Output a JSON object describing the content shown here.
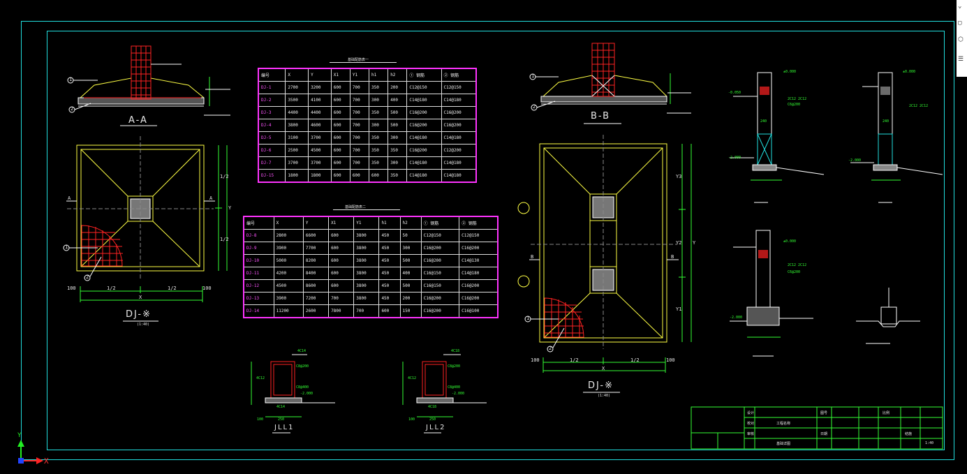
{
  "section_a": {
    "title": "A-A",
    "marker_1": "1",
    "marker_2": "2"
  },
  "section_b": {
    "title": "B-B",
    "marker_1": "1",
    "marker_2": "2"
  },
  "plan_left": {
    "title": "DJ-※",
    "sub": "(1:40)",
    "axis": "A",
    "marker_1": "1",
    "marker_2": "2",
    "dim_left": "100",
    "dim_half1": "1/2",
    "dim_half2": "1/2",
    "dim_right": "100",
    "dim_total": "X",
    "dim_v1": "1/2",
    "dim_v2": "1/2",
    "dim_vt": "Y"
  },
  "plan_right": {
    "title": "DJ-※",
    "sub": "(1:40)",
    "axis": "B",
    "marker_1": "1",
    "marker_2": "2",
    "dim_left": "100",
    "dim_half1": "1/2",
    "dim_half2": "1/2",
    "dim_right": "100",
    "dim_total": "X",
    "dim_y1": "Y1",
    "dim_y2": "Y2",
    "dim_y3": "Y3",
    "dim_yt": "Y"
  },
  "table1": {
    "title": "基础配筋表一",
    "headers": [
      "编号",
      "X",
      "Y",
      "X1",
      "Y1",
      "h1",
      "h2",
      "① 钢筋",
      "② 钢筋"
    ],
    "rows": [
      [
        "DJ-1",
        "2700",
        "3200",
        "600",
        "700",
        "350",
        "200",
        "C12@150",
        "C12@150"
      ],
      [
        "DJ-2",
        "3500",
        "4100",
        "600",
        "700",
        "300",
        "400",
        "C14@180",
        "C14@180"
      ],
      [
        "DJ-3",
        "4400",
        "4400",
        "600",
        "700",
        "350",
        "500",
        "C16@200",
        "C16@200"
      ],
      [
        "DJ-4",
        "3800",
        "4600",
        "600",
        "700",
        "300",
        "500",
        "C16@200",
        "C16@200"
      ],
      [
        "DJ-5",
        "3100",
        "3700",
        "600",
        "700",
        "350",
        "300",
        "C14@180",
        "C14@180"
      ],
      [
        "DJ-6",
        "2500",
        "4500",
        "600",
        "700",
        "350",
        "350",
        "C16@200",
        "C12@200"
      ],
      [
        "DJ-7",
        "3700",
        "3700",
        "600",
        "700",
        "350",
        "300",
        "C14@180",
        "C14@180"
      ],
      [
        "DJ-15",
        "1800",
        "1800",
        "600",
        "600",
        "600",
        "350",
        "C14@180",
        "C14@180"
      ]
    ]
  },
  "table2": {
    "title": "基础配筋表二",
    "headers": [
      "编号",
      "X",
      "Y",
      "X1",
      "Y1",
      "h1",
      "h2",
      "① 钢筋",
      "② 钢筋"
    ],
    "rows": [
      [
        "DJ-8",
        "2800",
        "6600",
        "600",
        "3800",
        "450",
        "50",
        "C12@150",
        "C12@150"
      ],
      [
        "DJ-9",
        "3900",
        "7700",
        "600",
        "3800",
        "450",
        "300",
        "C16@200",
        "C16@200"
      ],
      [
        "DJ-10",
        "5000",
        "8200",
        "600",
        "3800",
        "450",
        "500",
        "C16@200",
        "C14@130"
      ],
      [
        "DJ-11",
        "4200",
        "8400",
        "600",
        "3800",
        "450",
        "400",
        "C16@150",
        "C14@180"
      ],
      [
        "DJ-12",
        "4500",
        "8600",
        "600",
        "3800",
        "450",
        "500",
        "C16@150",
        "C16@200"
      ],
      [
        "DJ-13",
        "3900",
        "7200",
        "700",
        "3800",
        "450",
        "200",
        "C16@200",
        "C16@200"
      ],
      [
        "DJ-14",
        "11200",
        "2600",
        "7800",
        "700",
        "600",
        "150",
        "C16@200",
        "C16@100"
      ]
    ]
  },
  "beam1": {
    "title": "JLL1",
    "top": "4C14",
    "stir": "C8@200",
    "side": "4C12",
    "bot": "4C14",
    "note": "C8@400",
    "elev": "-2.000",
    "w": "250",
    "l": "100"
  },
  "beam2": {
    "title": "JLL2",
    "top": "4C18",
    "stir": "C8@200",
    "side": "4C12",
    "bot": "4C18",
    "note": "C8@400",
    "elev": "-2.000",
    "w": "250",
    "l": "100"
  },
  "wall_details": {
    "e1": "±0.000",
    "e2": "-0.050",
    "e3": "-2.000",
    "e4": "240",
    "r1": "2C12 2C12",
    "r2": "C6@200"
  },
  "title_block": {
    "c1": "设计",
    "c2": "校对",
    "c3": "审核",
    "c4": "工程名称",
    "c5": "基础详图",
    "c6": "图号",
    "c7": "日期",
    "c8": "比例",
    "c9": "结施",
    "c10": "1:40"
  },
  "ucs": {
    "x": "X",
    "y": "Y"
  },
  "colors": {
    "frame": "#22e0e0",
    "table": "#ff33ff",
    "footing": "#ffff44",
    "rebar": "#ff2222",
    "dim": "#33ff33",
    "concrete": "#ffffff"
  }
}
